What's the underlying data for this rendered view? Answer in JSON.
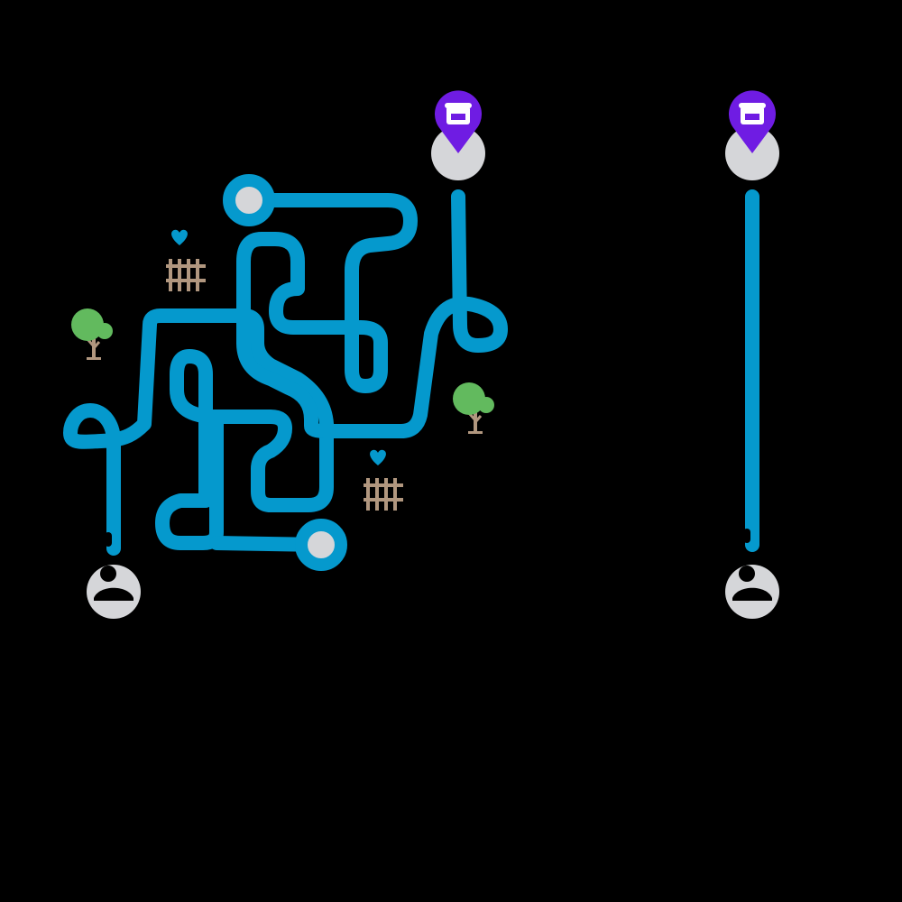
{
  "colors": {
    "background": "#000000",
    "road": "#0599CD",
    "node_fill": "#D5D6D9",
    "pin": "#6F1CE3",
    "pin_icon": "#FFFFFF",
    "tree_leaves": "#62BA5E",
    "tree_trunk": "#B1977F",
    "fence": "#B1977F",
    "heart": "#0599CD",
    "person": "#000000"
  },
  "scene": {
    "panels": [
      {
        "name": "tangled-route-panel",
        "route_style": "tangled"
      },
      {
        "name": "straight-route-panel",
        "route_style": "straight"
      }
    ],
    "icons": {
      "destination": "store-location-pin-icon",
      "origin": "person-avatar-icon",
      "decor": [
        "tree-icon",
        "fence-icon",
        "heart-icon"
      ]
    }
  }
}
